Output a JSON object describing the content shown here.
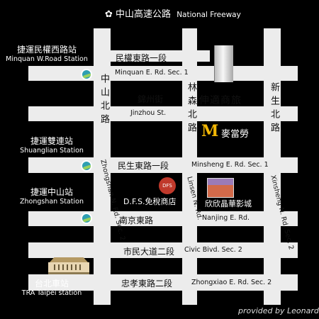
{
  "header": {
    "title_zh": "中山高速公路",
    "title_en": "National Freeway",
    "icon": "plum-blossom-icon"
  },
  "roads_horizontal": {
    "minquan": {
      "zh": "民權東路一段",
      "en": "Minquan E. Rd. Sec. 1"
    },
    "jinzhou": {
      "zh": "錦州街",
      "en": "Jinzhou St."
    },
    "minsheng": {
      "zh": "民生東路一段",
      "en": "Minsheng E. Rd. Sec. 1"
    },
    "nanjing": {
      "zh": "南京東路",
      "en": "Nanjing E. Rd."
    },
    "civic": {
      "zh": "市民大道二段",
      "en": "Civic Bivd. Sec. 2"
    },
    "zhongxiao": {
      "zh": "忠孝東路二段",
      "en": "Zhongxiao E. Rd. Sec. 2"
    }
  },
  "roads_vertical": {
    "zhongshan": {
      "zh": "中山北路",
      "en": "Zhongshan N. Rd. Sec. 2"
    },
    "linsen": {
      "zh": "林森北路",
      "en": "Linsen N. Rd."
    },
    "xinsheng": {
      "zh": "新生北路",
      "en": "Xinsheng N. Rd. Sec. 2"
    }
  },
  "stations": {
    "minquan_w": {
      "zh": "捷運民權西路站",
      "en": "Minquan W.Road Station"
    },
    "shuanglian": {
      "zh": "捷運雙連站",
      "en": "Shuanglian Station"
    },
    "zhongshan": {
      "zh": "捷運中山站",
      "en": "Zhongshan Station"
    },
    "tra": {
      "zh": "台北車站",
      "en": "TRA Taipei station"
    }
  },
  "landmarks": {
    "hotel": "伸適商旅",
    "mcdonalds": "麥當勞",
    "mcdonalds_logo": "M",
    "dfs": "D.F.S.免稅商店",
    "dfs_logo": "DFS",
    "cinema": "欣欣晶華影城"
  },
  "credit": "provided by Leonardo",
  "colors": {
    "background": "#000000",
    "road": "#ececec",
    "mcdonalds_arch": "#f2b705",
    "dfs_badge": "#c0392b",
    "metro_logo": "#2f9fb2"
  }
}
